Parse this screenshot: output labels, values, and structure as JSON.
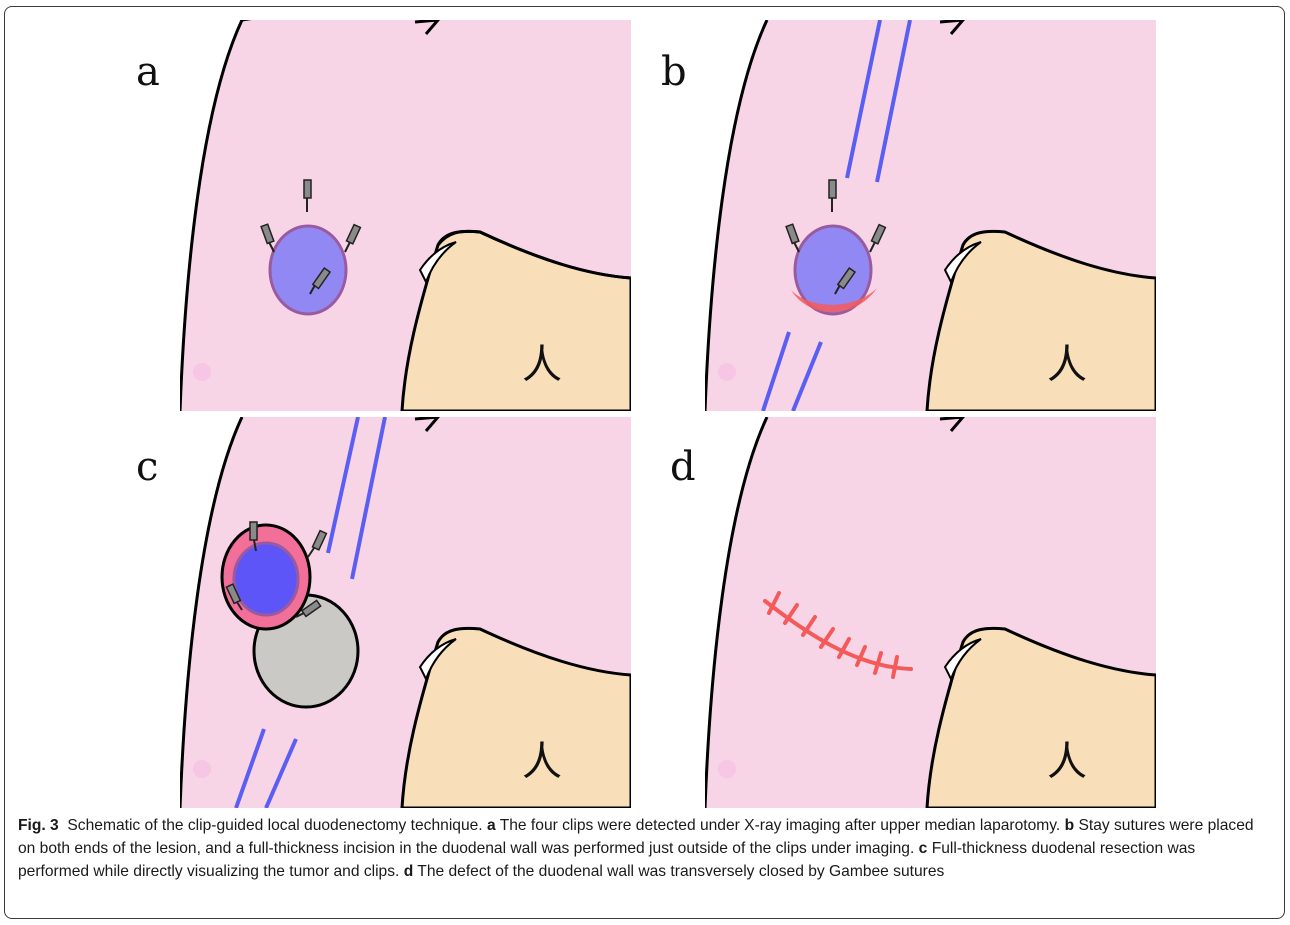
{
  "figure": {
    "panel_labels": [
      "a",
      "b",
      "c",
      "d"
    ],
    "symbol": "人",
    "caption": {
      "label": "Fig. 3",
      "text": "Schematic of the clip-guided local duodenectomy technique.",
      "parts": [
        {
          "letter": "a",
          "text": "The four clips were detected under X-ray imaging after upper median laparotomy."
        },
        {
          "letter": "b",
          "text": "Stay sutures were placed on both ends of the lesion, and a full-thickness incision in the duodenal wall was performed just outside of the clips under imaging."
        },
        {
          "letter": "c",
          "text": "Full-thickness duodenal resection was performed while directly visualizing the tumor and clips."
        },
        {
          "letter": "d",
          "text": "The defect of the duodenal wall was transversely closed by Gambee sutures"
        }
      ]
    }
  },
  "colors": {
    "duodenum": "#f7d5e6",
    "pancreas": "#f8dfb9",
    "tumor": "#9188f4",
    "tumor_c": "#5d55f7",
    "suture": "#5b5ef2",
    "incision": "#f55a5a",
    "resected_hole": "#cac9c6",
    "mucosa_edge": "#f26f9a"
  }
}
